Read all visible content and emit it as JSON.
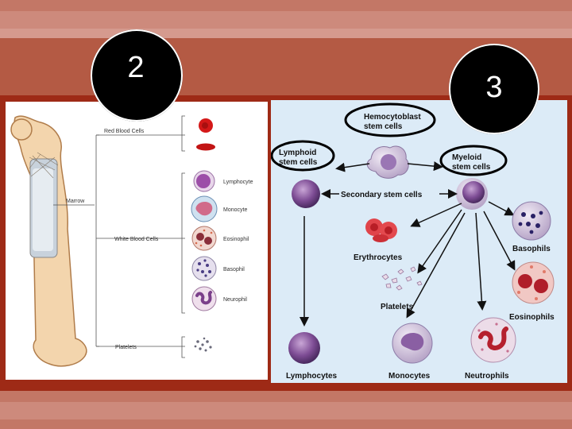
{
  "left_diagram": {
    "marrow_label": "Marrow",
    "red_blood_cells_label": "Red Blood Cells",
    "white_blood_cells_label": "White Blood Cells",
    "platelets_label": "Platelets",
    "cells": [
      "Lymphocyte",
      "Monocyte",
      "Eosinophil",
      "Basophil",
      "Neurophil"
    ]
  },
  "right_diagram": {
    "hemocytoblast": "Hemocytoblast stem cells",
    "hemocytoblast_line1": "Hemocytoblast",
    "hemocytoblast_line2": "stem cells",
    "lymphoid_line1": "Lymphoid",
    "lymphoid_line2": "stem cells",
    "myeloid_line1": "Myeloid",
    "myeloid_line2": "stem cells",
    "secondary": "Secondary stem cells",
    "erythrocytes": "Erythrocytes",
    "platelets": "Platelets",
    "basophils": "Basophils",
    "eosinophils": "Eosinophils",
    "lymphocytes": "Lymphocytes",
    "monocytes": "Monocytes",
    "neutrophils": "Neutrophils"
  },
  "badges": {
    "left": "2",
    "right": "3"
  },
  "colors": {
    "background": "#b45a44",
    "frame": "#9e2a16",
    "right_panel": "#dcebf7"
  }
}
